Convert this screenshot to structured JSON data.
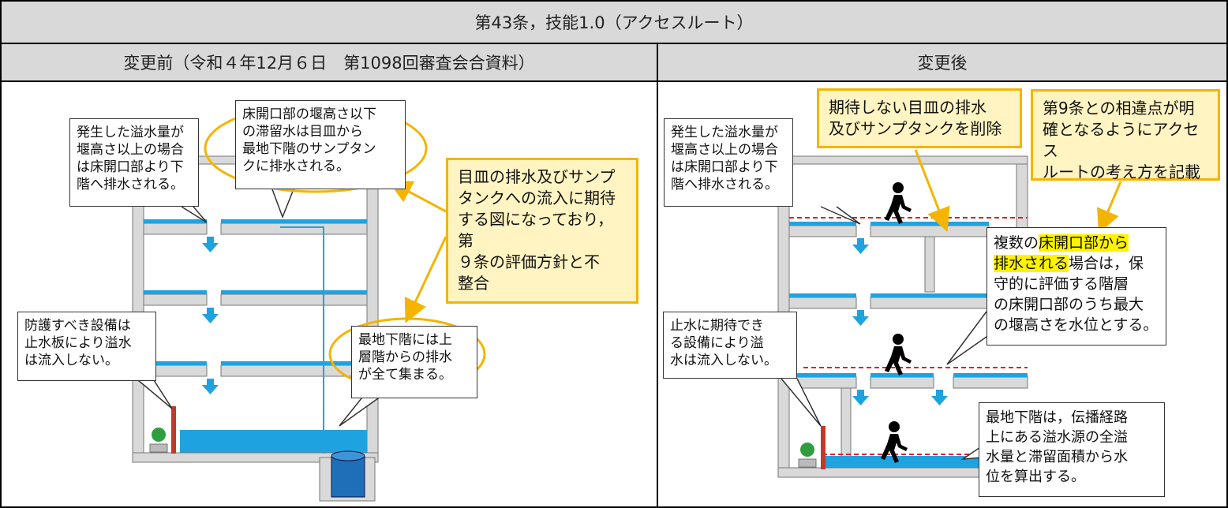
{
  "header": {
    "title": "第43条，技能1.0（アクセスルート）",
    "before_label": "変更前（令和４年12月６日　第1098回審査会合資料）",
    "after_label": "変更後"
  },
  "before": {
    "callout_overflow": "発生した溢水量が\n堰高さ以上の場合\nは床開口部より下\n階へ排水される。",
    "callout_retained": "床開口部の堰高さ以下\nの滞留水は目皿から\n最地下階のサンプタン\nクに排水される。",
    "note_inconsistent": "目皿の排水及びサンプ\nタンクへの流入に期待\nする図になっており，第\n９条の評価方針と不\n整合",
    "callout_protect": "防護すべき設備は\n止水板により溢水\nは流入しない。",
    "callout_lowest": "最地下階には上\n層階からの排水\nが全て集まる。"
  },
  "after": {
    "callout_overflow": "発生した溢水量が\n堰高さ以上の場合\nは床開口部より下\n階へ排水される。",
    "note_delete": "期待しない目皿の排水\n及びサンプタンクを削除",
    "note_clarify": "第9条との相違点が明\n確となるようにアクセス\nルートの考え方を記載",
    "callout_multi_pre": "複数の",
    "callout_multi_hl": "床開口部から\n排水される",
    "callout_multi_post": "場合は，保\n守的に評価する階層\nの床開口部のうち最大\nの堰高さを水位とする。",
    "callout_stop": "止水に期待でき\nる設備により溢\n水は流入しない。",
    "callout_lowest": "最地下階は，伝播経路\n上にある溢水源の全溢\n水量と滞留面積から水\n位を算出する。"
  }
}
